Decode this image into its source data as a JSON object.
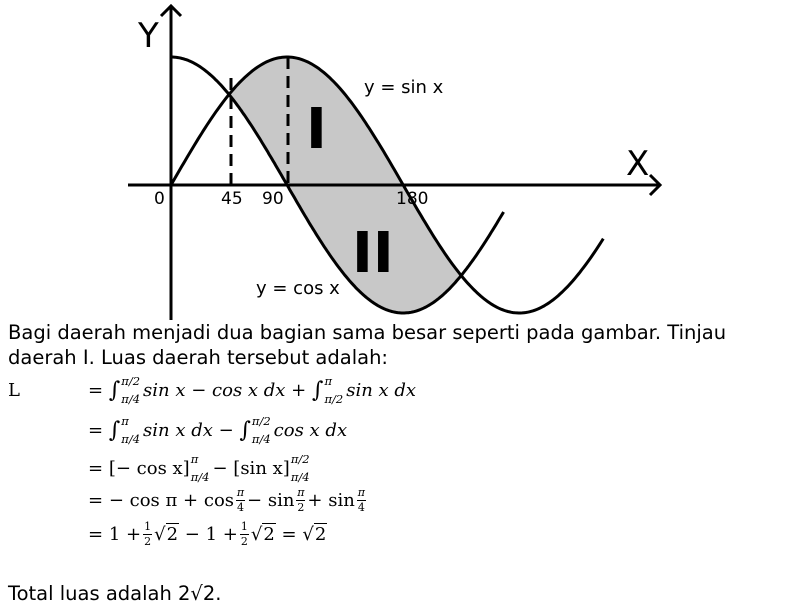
{
  "figure": {
    "y_axis_label": "Y",
    "x_axis_label": "X",
    "tick_labels": [
      "0",
      "45",
      "90",
      "180"
    ],
    "region_labels": [
      "I",
      "II"
    ],
    "curve_labels": {
      "sin": "y = sin x",
      "cos": "y = cos x"
    },
    "colors": {
      "shade": "#c8c8c8",
      "line": "#000000"
    }
  },
  "text": {
    "paragraph": "Bagi daerah menjadi dua bagian sama besar seperti pada gambar. Tinjau daerah I. Luas daerah tersebut adalah:",
    "L_label": "L",
    "line1": {
      "eq": "=",
      "a": "sin x − cos x dx +",
      "b": "sin x dx",
      "lim1_top": "π/2",
      "lim1_bot": "π/4",
      "lim2_top": "π",
      "lim2_bot": "π/2"
    },
    "line2": {
      "eq": "=",
      "a": "sin x dx −",
      "b": "cos x dx",
      "lim1_top": "π",
      "lim1_bot": "π/4",
      "lim2_top": "π/2",
      "lim2_bot": "π/4"
    },
    "line3": {
      "eq": "=",
      "a": "[− cos x]",
      "a_top": "π",
      "a_bot": "π/4",
      "mid": "−",
      "b": "[sin x]",
      "b_top": "π/2",
      "b_bot": "π/4"
    },
    "line4": {
      "eq": "=",
      "a": "− cos π + cos",
      "b": "− sin",
      "c": "+ sin",
      "f1_num": "π",
      "f1_den": "4",
      "f2_num": "π",
      "f2_den": "2",
      "f3_num": "π",
      "f3_den": "4"
    },
    "line5": {
      "eq": "=",
      "a": "1 +",
      "b": "− 1 +",
      "c": "=",
      "half_num": "1",
      "half_den": "2",
      "root": "√",
      "rad": "2"
    },
    "total": "Total luas adalah 2√2."
  }
}
